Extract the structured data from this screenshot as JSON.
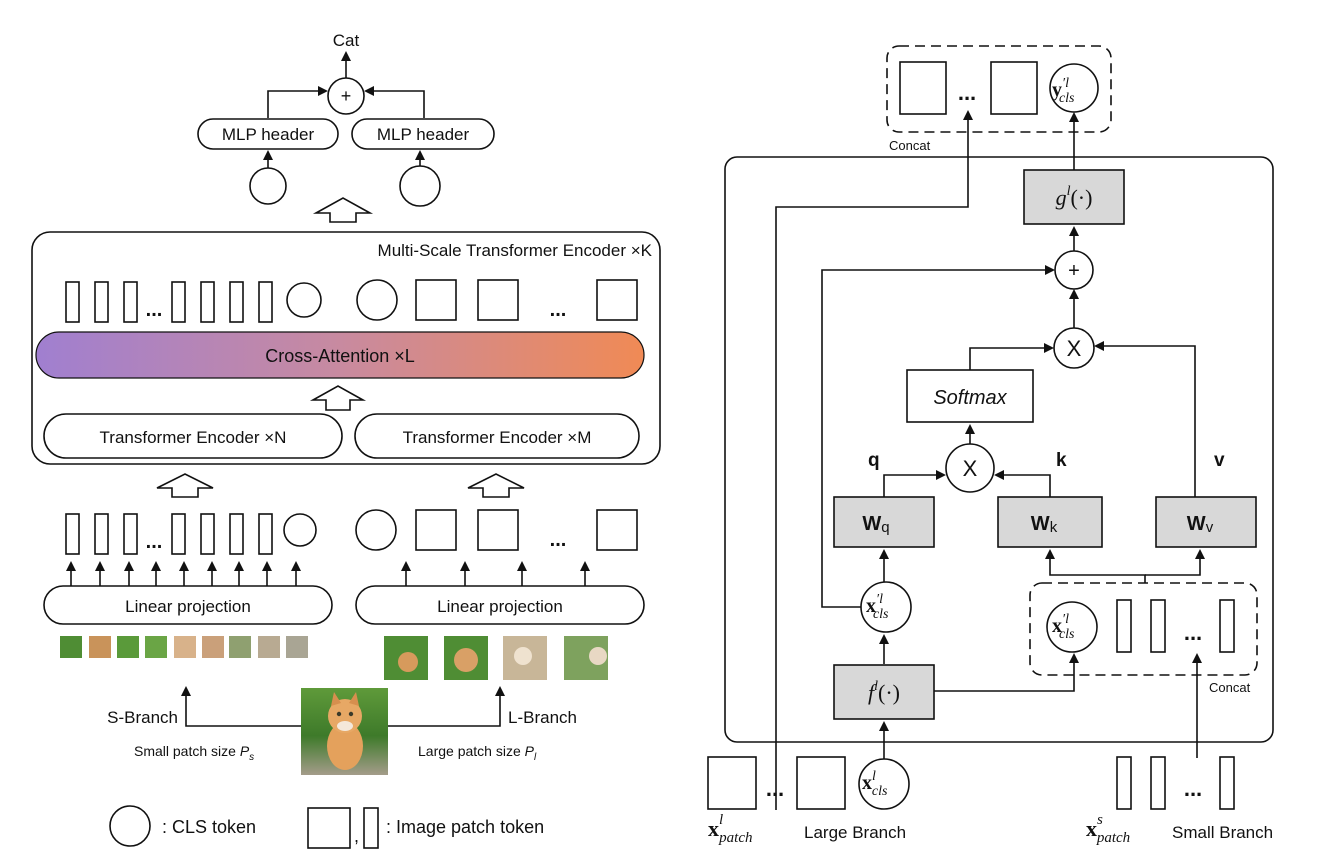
{
  "left": {
    "output_label": "Cat",
    "plus_symbol": "+",
    "mlp_header_left": "MLP header",
    "mlp_header_right": "MLP header",
    "encoder_title": "Multi-Scale Transformer Encoder ×K",
    "cross_attention": "Cross-Attention ×L",
    "transformer_encoder_n": "Transformer Encoder ×N",
    "transformer_encoder_m": "Transformer Encoder ×M",
    "ellipsis": "...",
    "linear_projection_left": "Linear projection",
    "linear_projection_right": "Linear projection",
    "s_branch": "S-Branch",
    "l_branch": "L-Branch",
    "small_patch_size": "Small patch size ",
    "small_patch_symbol": "P",
    "small_patch_sub": "s",
    "large_patch_size": "Large patch size ",
    "large_patch_symbol": "P",
    "large_patch_sub": "l",
    "legend_cls": ": CLS token",
    "legend_comma": ",",
    "legend_patch": ": Image patch token",
    "gradient_colors": [
      "#a07fd0",
      "#c88aa0",
      "#f08a55"
    ]
  },
  "right": {
    "concat_top": "Concat",
    "concat_bottom": "Concat",
    "ellipsis": "...",
    "y_cls_main": "y",
    "y_cls_prime": "′",
    "y_cls_sup": "l",
    "y_cls_sub": "cls",
    "g_func": "g",
    "g_sup": "l",
    "g_args": "(·)",
    "plus_symbol": "+",
    "times_symbol": "X",
    "softmax": "Softmax",
    "q_label": "q",
    "k_label": "k",
    "v_label": "v",
    "wq_main": "W",
    "wq_sub": "q",
    "wk_main": "W",
    "wk_sub": "k",
    "wv_main": "W",
    "wv_sub": "v",
    "x_cls_main": "x",
    "x_cls_prime": "′",
    "x_cls_sup": "l",
    "x_cls_sub": "cls",
    "f_func": "f",
    "f_sup": "l",
    "f_args": "(·)",
    "x_patch_l_main": "x",
    "x_patch_l_sup": "l",
    "x_patch_l_sub": "patch",
    "large_branch": "Large Branch",
    "x_patch_s_main": "x",
    "x_patch_s_sup": "s",
    "x_patch_s_sub": "patch",
    "small_branch": "Small Branch",
    "x_cls_in_main": "x",
    "x_cls_in_sup": "l",
    "x_cls_in_sub": "cls"
  }
}
